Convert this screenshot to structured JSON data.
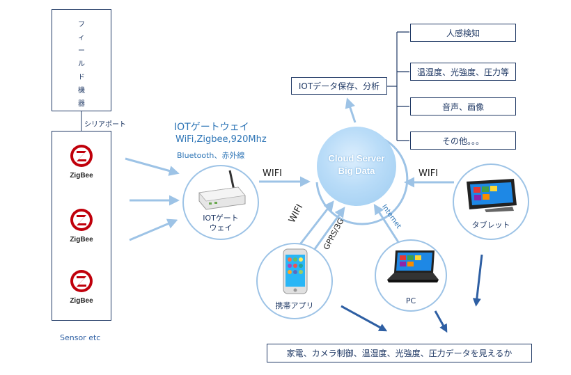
{
  "field_device": {
    "chars": [
      "フ",
      "ィ",
      "ー",
      "ル",
      "ド",
      "機",
      "器"
    ]
  },
  "serial_port_label": "シリアポート",
  "sensors": {
    "zigbee_label": "ZigBee",
    "caption": "Sensor etc"
  },
  "gateway": {
    "title": "IOTゲートウェイ",
    "protocols": "WiFi,Zigbee,920Mhz",
    "extra": "Bluetooth、赤外線",
    "device_line1": "IOTゲート",
    "device_line2": "ウェイ"
  },
  "cloud": {
    "line1": "Cloud Server",
    "line2": "Big  Data"
  },
  "storage_box": "IOTデータ保存、分析",
  "data_types": [
    "人感検知",
    "温湿度、光強度、圧力等",
    "音声、画像",
    "その他。。。"
  ],
  "links": {
    "gateway_wifi": "WIFI",
    "tablet_wifi": "WIFI",
    "phone_wifi": "WIFI",
    "phone_gprs": "GPRS/3G",
    "pc_internet": "Internet"
  },
  "devices": {
    "tablet": "タブレット",
    "phone": "携帯アプリ",
    "pc": "PC"
  },
  "bottom_box": "家電、カメラ制御、温湿度、光強度、圧力データを見えるか",
  "colors": {
    "text": "#1f3864",
    "light_arrow": "#9dc3e6",
    "dark_arrow": "#2e5fa3",
    "zigbee_red": "#c0000b"
  }
}
